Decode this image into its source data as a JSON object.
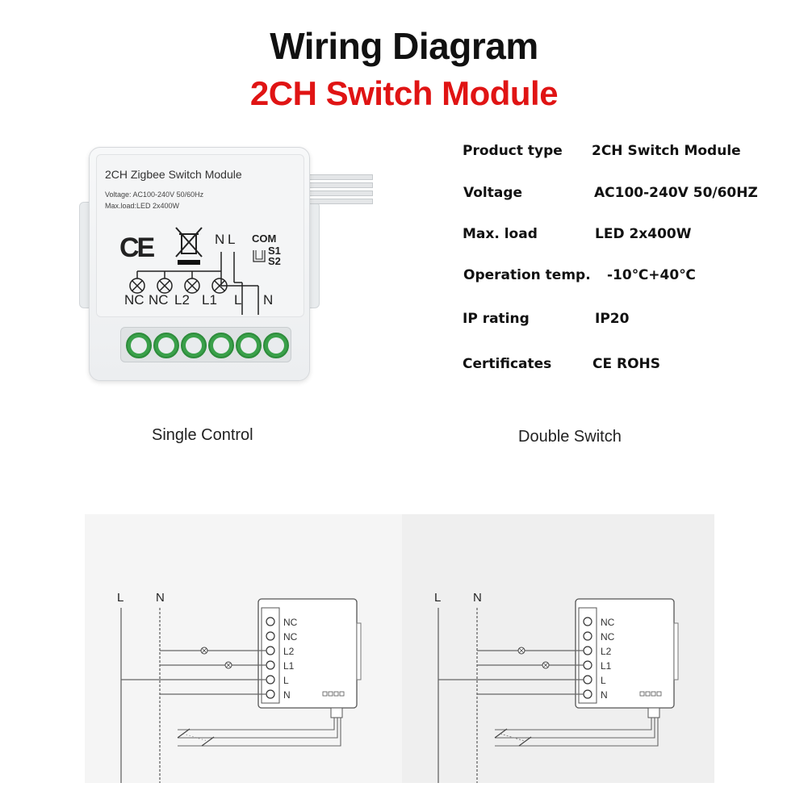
{
  "header": {
    "title": "Wiring Diagram",
    "subtitle": "2CH Switch Module"
  },
  "specs": [
    {
      "label": "Product type",
      "value": "2CH Switch Module"
    },
    {
      "label": "Voltage",
      "value": "AC100-240V  50/60HZ"
    },
    {
      "label": "Max. load",
      "value": "LED 2x400W"
    },
    {
      "label": "Operation temp.",
      "value": "-10℃+40℃"
    },
    {
      "label": "IP rating",
      "value": "IP20"
    },
    {
      "label": "Certificates",
      "value": "CE  ROHS"
    }
  ],
  "device": {
    "name": "2CH Zigbee Switch Module",
    "voltage": "Voltage: AC100-240V 50/60Hz",
    "max_load": "Max.load:LED 2x400W",
    "ce": "CE",
    "top_terminals": [
      "N",
      "L"
    ],
    "switch_labels": [
      "COM",
      "S1",
      "S2"
    ],
    "bottom_terminals": [
      "NC",
      "NC",
      "L2",
      "L1",
      "L",
      "N"
    ],
    "terminal_color": "#3aa04a"
  },
  "captions": {
    "left": "Single Control",
    "right": "Double Switch"
  },
  "diagrams": {
    "left": {
      "bus_labels": [
        "L",
        "N"
      ],
      "terminal_labels": [
        "NC",
        "NC",
        "L2",
        "L1",
        "L",
        "N"
      ],
      "background": "#f5f5f5"
    },
    "right": {
      "bus_labels": [
        "L",
        "N"
      ],
      "terminal_labels": [
        "NC",
        "NC",
        "L2",
        "L1",
        "L",
        "N"
      ],
      "background": "#efefef"
    }
  }
}
